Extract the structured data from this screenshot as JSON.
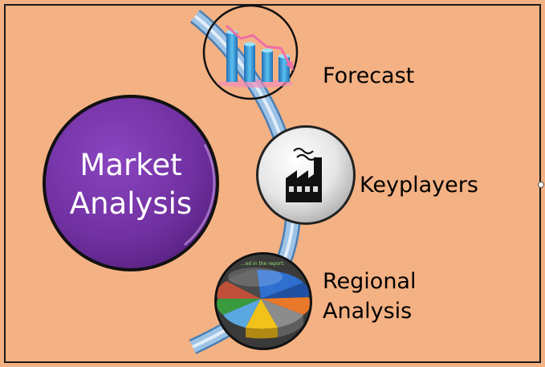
{
  "colors": {
    "background": "#f4b183",
    "frame_border": "#1a1a1a",
    "main_circle": "#7030a0",
    "main_text": "#ffffff",
    "arc_blue": "#9dc3e6",
    "arc_edge": "#5b8fc4",
    "label_text": "#000000"
  },
  "main": {
    "line1": "Market",
    "line2": "Analysis"
  },
  "items": [
    {
      "label_lines": [
        "Forecast"
      ],
      "icon": "bar-chart-icon"
    },
    {
      "label_lines": [
        "Keyplayers"
      ],
      "icon": "factory-icon"
    },
    {
      "label_lines": [
        "Regional",
        "Analysis"
      ],
      "icon": "pie-chart-icon"
    }
  ],
  "pie_caption": "...ed in the report:"
}
